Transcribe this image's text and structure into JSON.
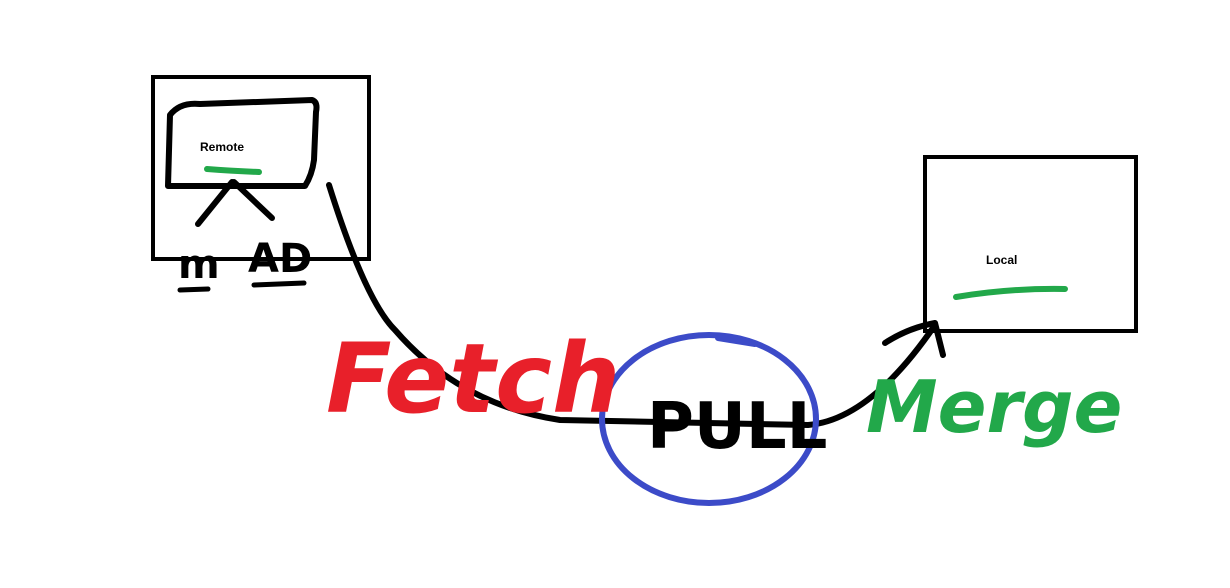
{
  "labels": {
    "remote": "Remote",
    "local": "Local",
    "fetch": "Fetch",
    "pull": "PULL",
    "merge": "Merge",
    "branch_left": "m",
    "branch_right": "AD"
  },
  "colors": {
    "ink": "#000000",
    "fetch": "#e8202a",
    "merge": "#22a84a",
    "pull_circle": "#3c4bc8",
    "underline": "#22a84a"
  }
}
